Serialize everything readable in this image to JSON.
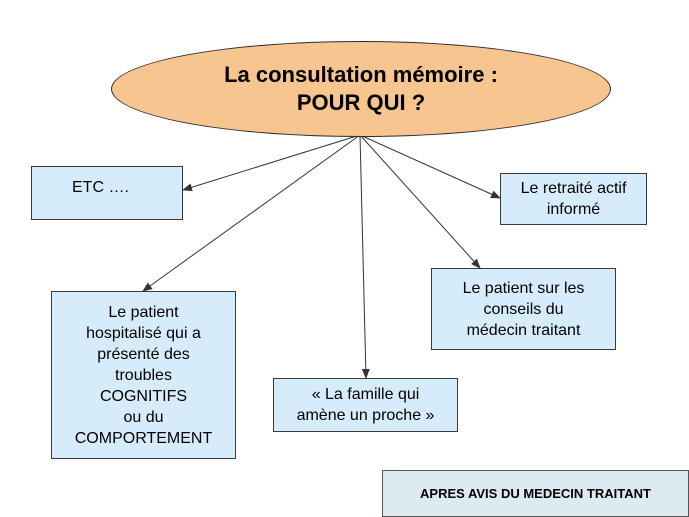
{
  "central": {
    "line1": "La consultation mémoire :",
    "line2": "POUR QUI ?",
    "fill_color": "#f7c58f"
  },
  "boxes": {
    "etc": "ETC ….",
    "retraite": "Le retraité actif\ninformé",
    "conseils": "Le patient sur les\nconseils du\nmédecin traitant",
    "hospitalise": "Le patient\nhospitalisé qui a\nprésenté des\ntroubles\nCOGNITIFS\nou  du\nCOMPORTEMENT",
    "famille": "« La famille qui\namène un proche »",
    "avis": "APRES AVIS DU MEDECIN TRAITANT"
  },
  "box_color": "#d6ecfa",
  "arrow_color": "#333333"
}
